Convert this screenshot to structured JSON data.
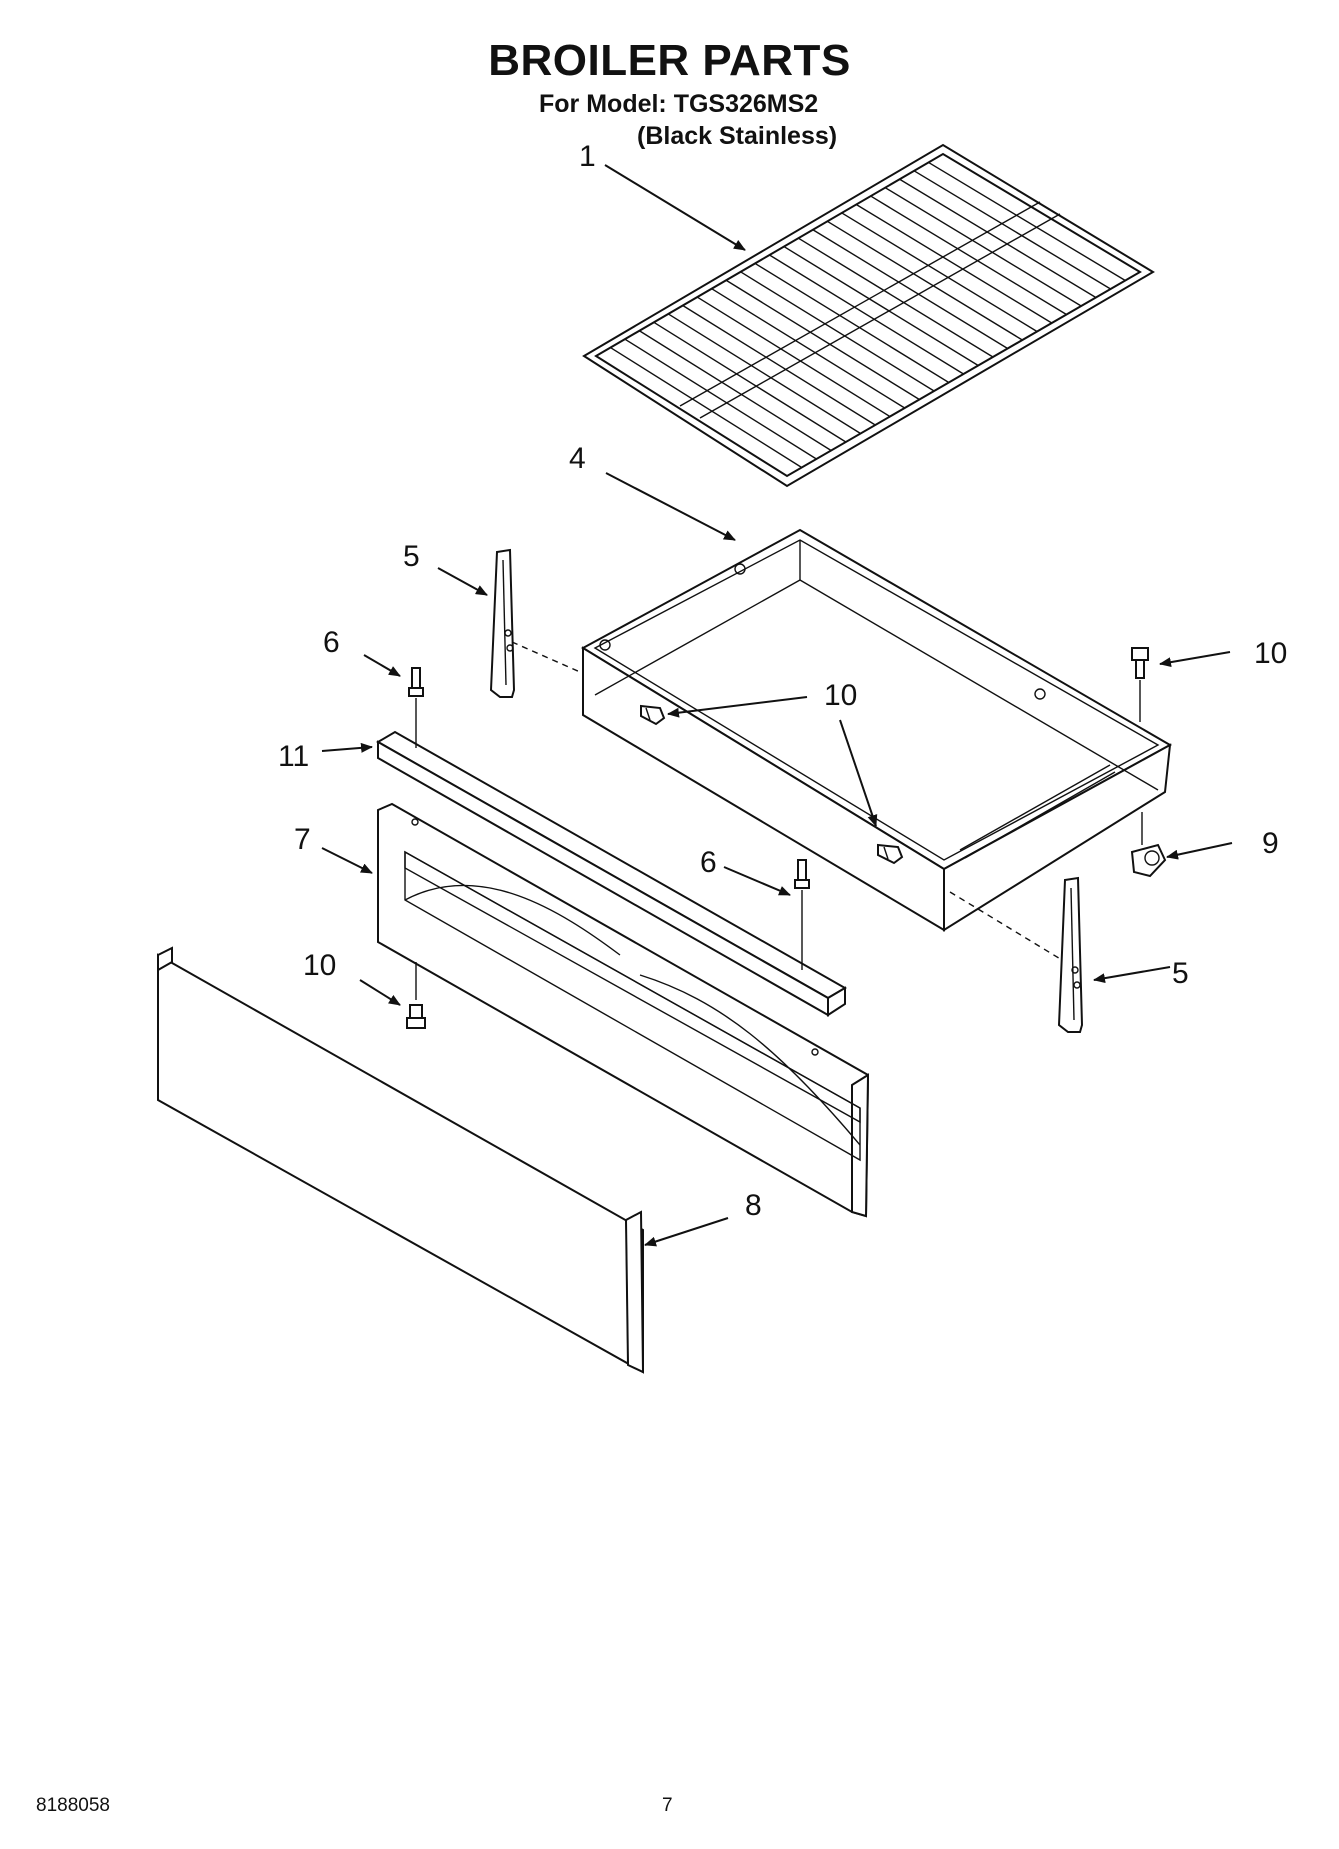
{
  "header": {
    "title": "BROILER PARTS",
    "model": "For Model: TGS326MS2",
    "finish": "(Black Stainless)"
  },
  "callouts": {
    "c1": "1",
    "c4": "4",
    "c5a": "5",
    "c5b": "5",
    "c6a": "6",
    "c6b": "6",
    "c7": "7",
    "c8": "8",
    "c9": "9",
    "c10a": "10",
    "c10b": "10",
    "c10c": "10",
    "c11": "11"
  },
  "footer": {
    "doc_number": "8188058",
    "page_number": "7"
  }
}
